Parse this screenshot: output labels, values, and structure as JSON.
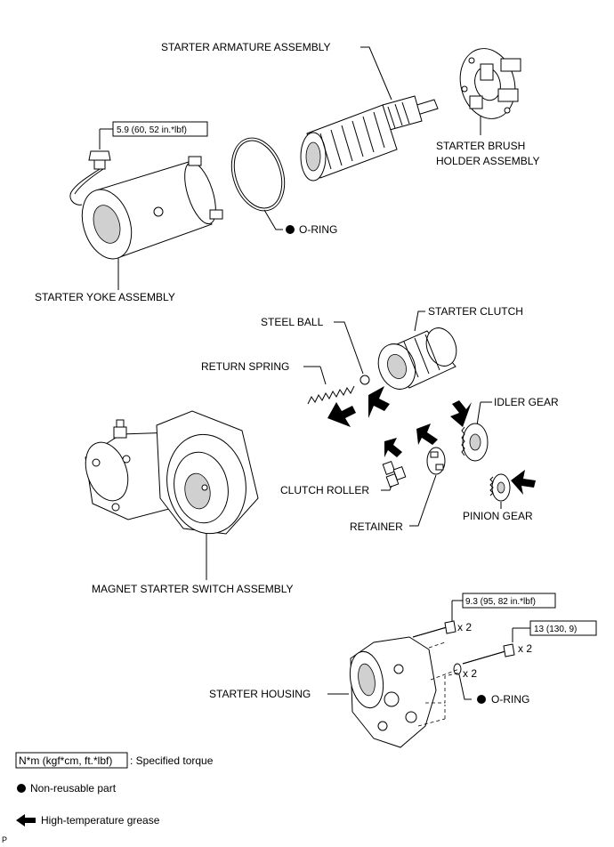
{
  "labels": {
    "armature": "STARTER ARMATURE ASSEMBLY",
    "brush_holder_line1": "STARTER BRUSH",
    "brush_holder_line2": "HOLDER ASSEMBLY",
    "yoke": "STARTER YOKE ASSEMBLY",
    "o_ring_top": "O-RING",
    "steel_ball": "STEEL BALL",
    "starter_clutch": "STARTER CLUTCH",
    "return_spring": "RETURN SPRING",
    "idler_gear": "IDLER GEAR",
    "clutch_roller": "CLUTCH ROLLER",
    "retainer": "RETAINER",
    "pinion_gear": "PINION GEAR",
    "magnet_switch": "MAGNET STARTER SWITCH ASSEMBLY",
    "starter_housing": "STARTER HOUSING",
    "o_ring_bottom": "O-RING"
  },
  "torques": {
    "yoke_nut": "5.9 (60, 52 in.*lbf)",
    "housing_bolt_upper": "9.3 (95, 82 in.*lbf)",
    "housing_bolt_right": "13 (130, 9)"
  },
  "quantities": {
    "upper_bolt": "x 2",
    "right_bolt": "x 2",
    "o_ring": "x 2"
  },
  "legend": {
    "torque_box": "N*m (kgf*cm, ft.*lbf)",
    "torque_text": ": Specified torque",
    "non_reusable": "Non-reusable part",
    "grease": "High-temperature grease"
  },
  "corner_mark": "P"
}
